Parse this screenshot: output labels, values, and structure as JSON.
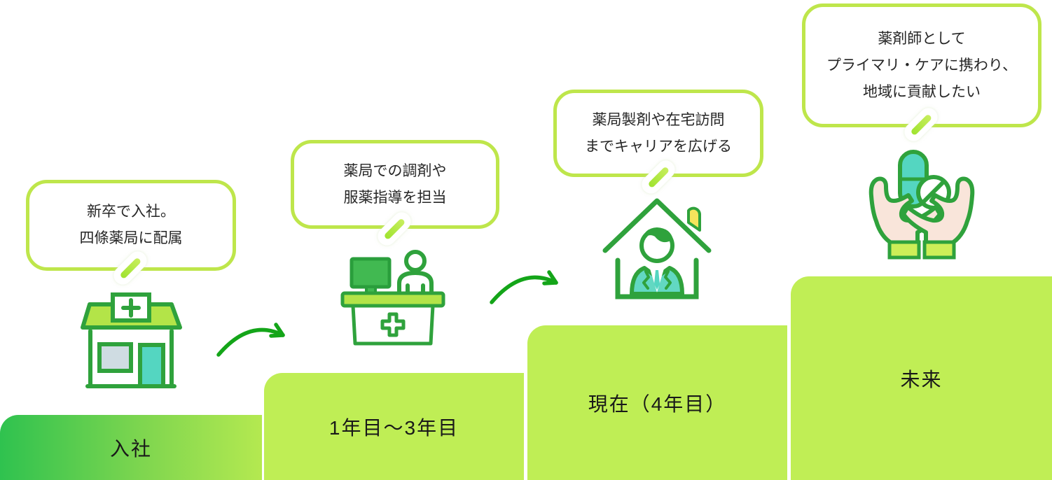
{
  "diagram": {
    "title_semantic": "pharmacist-career-steps",
    "steps": [
      {
        "bar_label": "入社",
        "bubble_lines": [
          "新卒で入社。",
          "四條薬局に配属"
        ],
        "icon": "pharmacy-storefront-icon"
      },
      {
        "bar_label": "1年目〜3年目",
        "bubble_lines": [
          "薬局での調剤や",
          "服薬指導を担当"
        ],
        "icon": "pharmacy-counter-icon"
      },
      {
        "bar_label": "現在（4年目）",
        "bubble_lines": [
          "薬局製剤や在宅訪問",
          "までキャリアを広げる"
        ],
        "icon": "house-visit-icon"
      },
      {
        "bar_label": "未来",
        "bubble_lines": [
          "薬剤師として",
          "プライマリ・ケアに携わり、",
          "地域に貢献したい"
        ],
        "icon": "hands-holding-medicine-icon"
      }
    ],
    "colors": {
      "background": "#ffffff",
      "step1_gradient_start": "#2fc24f",
      "step1_gradient_end": "#b4e950",
      "step_fill": "#bfee55",
      "bubble_border": "#bee64b",
      "bubble_text": "#262626",
      "icon_stroke": "#2fa23c",
      "arrow": "#14a519",
      "teal_accent": "#54d6c1",
      "roof_fill": "#b3e448",
      "monitor_fill": "#41b951",
      "window_fill": "#cfdce2",
      "skin_fill": "#f9e5da",
      "sleeve_fill": "#cdee58",
      "yellow_accent": "#f6e45c"
    }
  }
}
